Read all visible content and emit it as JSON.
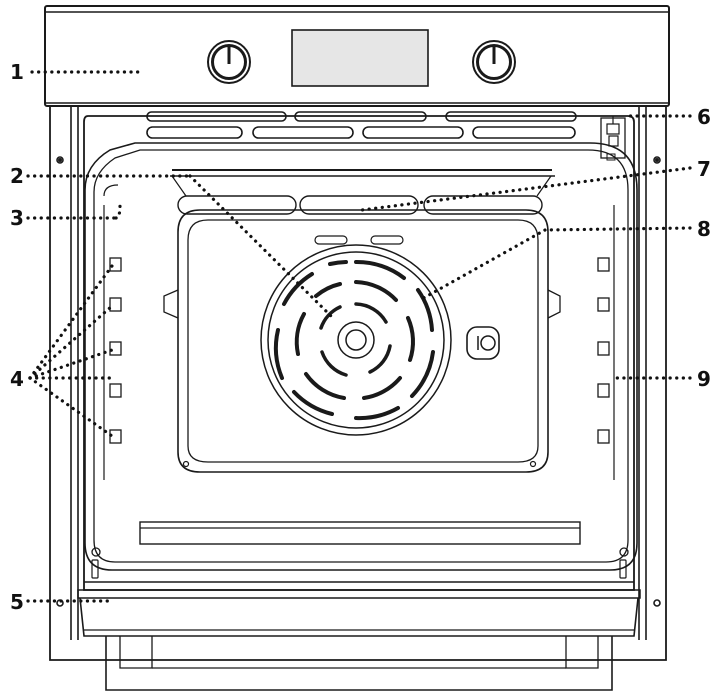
{
  "labels": [
    "1",
    "2",
    "3",
    "4",
    "5",
    "6",
    "7",
    "8",
    "9"
  ],
  "colors": {
    "line": "#1a1a1a",
    "dots": "#111111",
    "display": "#e6e6e6"
  }
}
